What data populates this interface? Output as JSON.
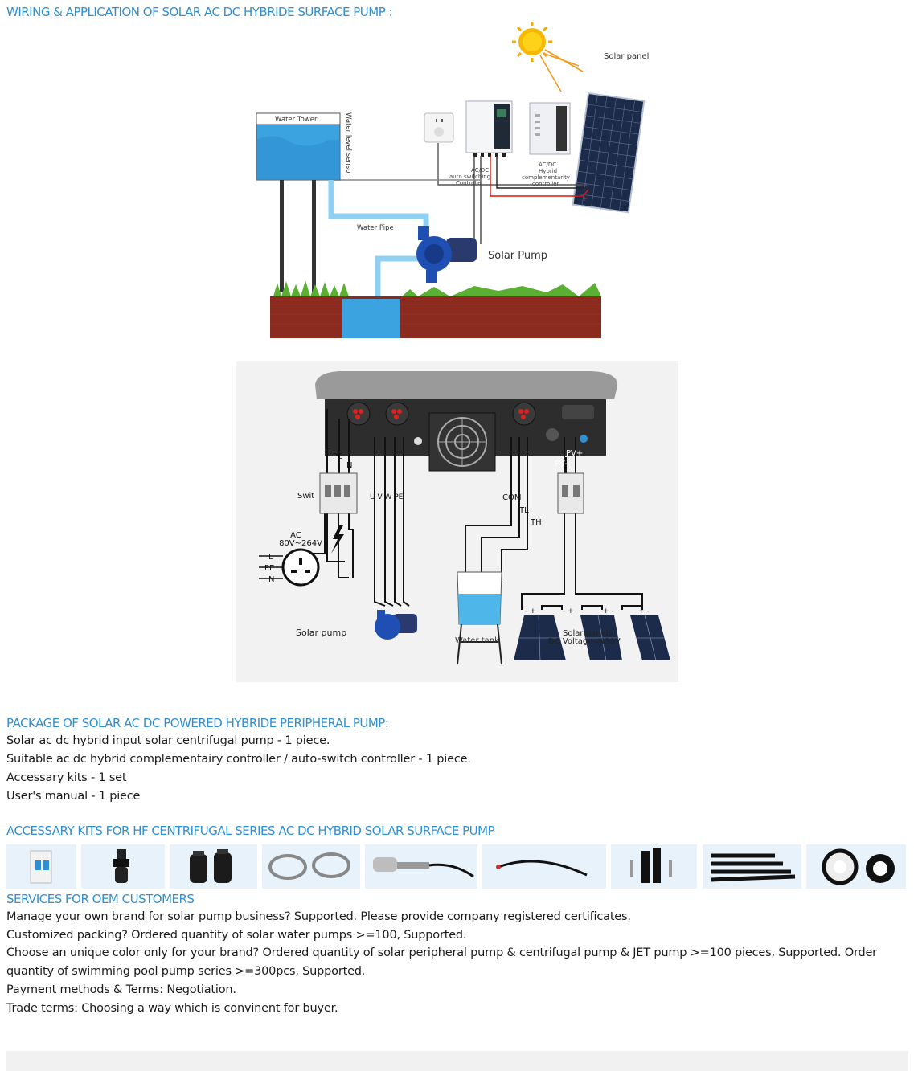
{
  "section1": {
    "heading": "WIRING & APPLICATION OF SOLAR AC DC HYBRIDE SURFACE PUMP :"
  },
  "diagram1": {
    "solar_panel": "Solar panel",
    "water_tower": "Water Tower",
    "water_level_sensor": "Water level sensor",
    "auto_switch_line1": "AC/DC",
    "auto_switch_line2": "auto switching",
    "auto_switch_line3": "Controller",
    "hybrid_line1": "AC/DC",
    "hybrid_line2": "Hybrid",
    "hybrid_line3": "complementarity",
    "hybrid_line4": "controller",
    "water_pipe": "Water Pipe",
    "solar_pump": "Solar Pump",
    "minus": "-",
    "plus": "+"
  },
  "diagram2": {
    "L": "L",
    "PE": "PE",
    "N": "N",
    "switch": "Swit",
    "ac_line1": "AC",
    "ac_line2": "80V~264V",
    "plug_L": "L",
    "plug_PE": "PE",
    "plug_N": "N",
    "uvw": "U  V  W PE",
    "com": "COM",
    "tl": "TL",
    "th": "TH",
    "pv_plus": "PV+",
    "pv_minus": "PV-",
    "solar_pump": "Solar pump",
    "water_tank": "Water tank",
    "solar_panels": "Solar panels",
    "dc_voltage": "DC Voltage<430V",
    "pol1": "-  +",
    "pol2": "-  +",
    "pol3": "+  -",
    "pol4": "+  -"
  },
  "package": {
    "heading": "PACKAGE OF SOLAR AC DC POWERED HYBRIDE PERIPHERAL PUMP:",
    "items": [
      "Solar ac dc hybrid input solar centrifugal pump - 1 piece.",
      "Suitable ac dc hybrid complementairy controller / auto-switch controller - 1 piece.",
      "Accessary kits - 1 set",
      "User's manual - 1 piece"
    ]
  },
  "accessory": {
    "heading": "ACCESSARY KITS FOR HF CENTRIFUGAL SERIES AC DC HYBRID SOLAR SURFACE PUMP",
    "thumbs": [
      "breaker-icon",
      "connector-icon",
      "fittings-icon",
      "clamps-icon",
      "float-sensor-icon",
      "cable-icon",
      "mc4-connector-icon",
      "pipes-icon",
      "tape-icon"
    ]
  },
  "services": {
    "heading": "SERVICES FOR OEM CUSTOMERS",
    "items": [
      "Manage your own brand for solar pump business? Supported. Please provide company registered certificates.",
      "Customized packing? Ordered quantity of solar water pumps >=100, Supported.",
      "Choose an unique color only for your brand? Ordered quantity of solar peripheral pump & centrifugal pump & JET pump >=100 pieces, Supported. Order quantity of swimming pool pump series >=300pcs, Supported.",
      "Payment methods & Terms: Negotiation.",
      "Trade terms: Choosing a way which is convinent for buyer."
    ]
  },
  "colors": {
    "heading": "#2f8fd0",
    "text": "#1b1b1b",
    "thumb_bg": "#e8f2fb",
    "water": "#3aa3e0",
    "soil": "#8b2a1e",
    "pump_blue": "#1f4fb3"
  }
}
